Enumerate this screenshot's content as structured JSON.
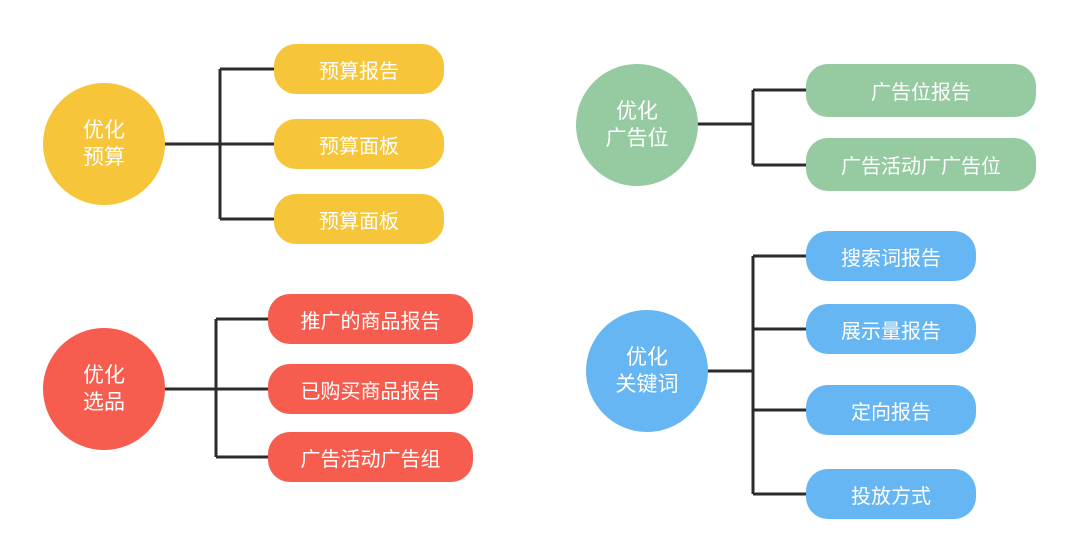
{
  "colors": {
    "yellow": "#f6c53a",
    "red": "#f75d4f",
    "green": "#96cba2",
    "blue": "#66b6f3",
    "line": "#2b2b2b"
  },
  "groups": {
    "budget": {
      "title_lines": [
        "优化",
        "预算"
      ],
      "items": [
        "预算报告",
        "预算面板",
        "预算面板"
      ]
    },
    "products": {
      "title_lines": [
        "优化",
        "选品"
      ],
      "items": [
        "推广的商品报告",
        "已购买商品报告",
        "广告活动广告组"
      ]
    },
    "placement": {
      "title_lines": [
        "优化",
        "广告位"
      ],
      "items": [
        "广告位报告",
        "广告活动广广告位"
      ]
    },
    "keywords": {
      "title_lines": [
        "优化",
        "关键词"
      ],
      "items": [
        "搜索词报告",
        "展示量报告",
        "定向报告",
        "投放方式"
      ]
    }
  }
}
